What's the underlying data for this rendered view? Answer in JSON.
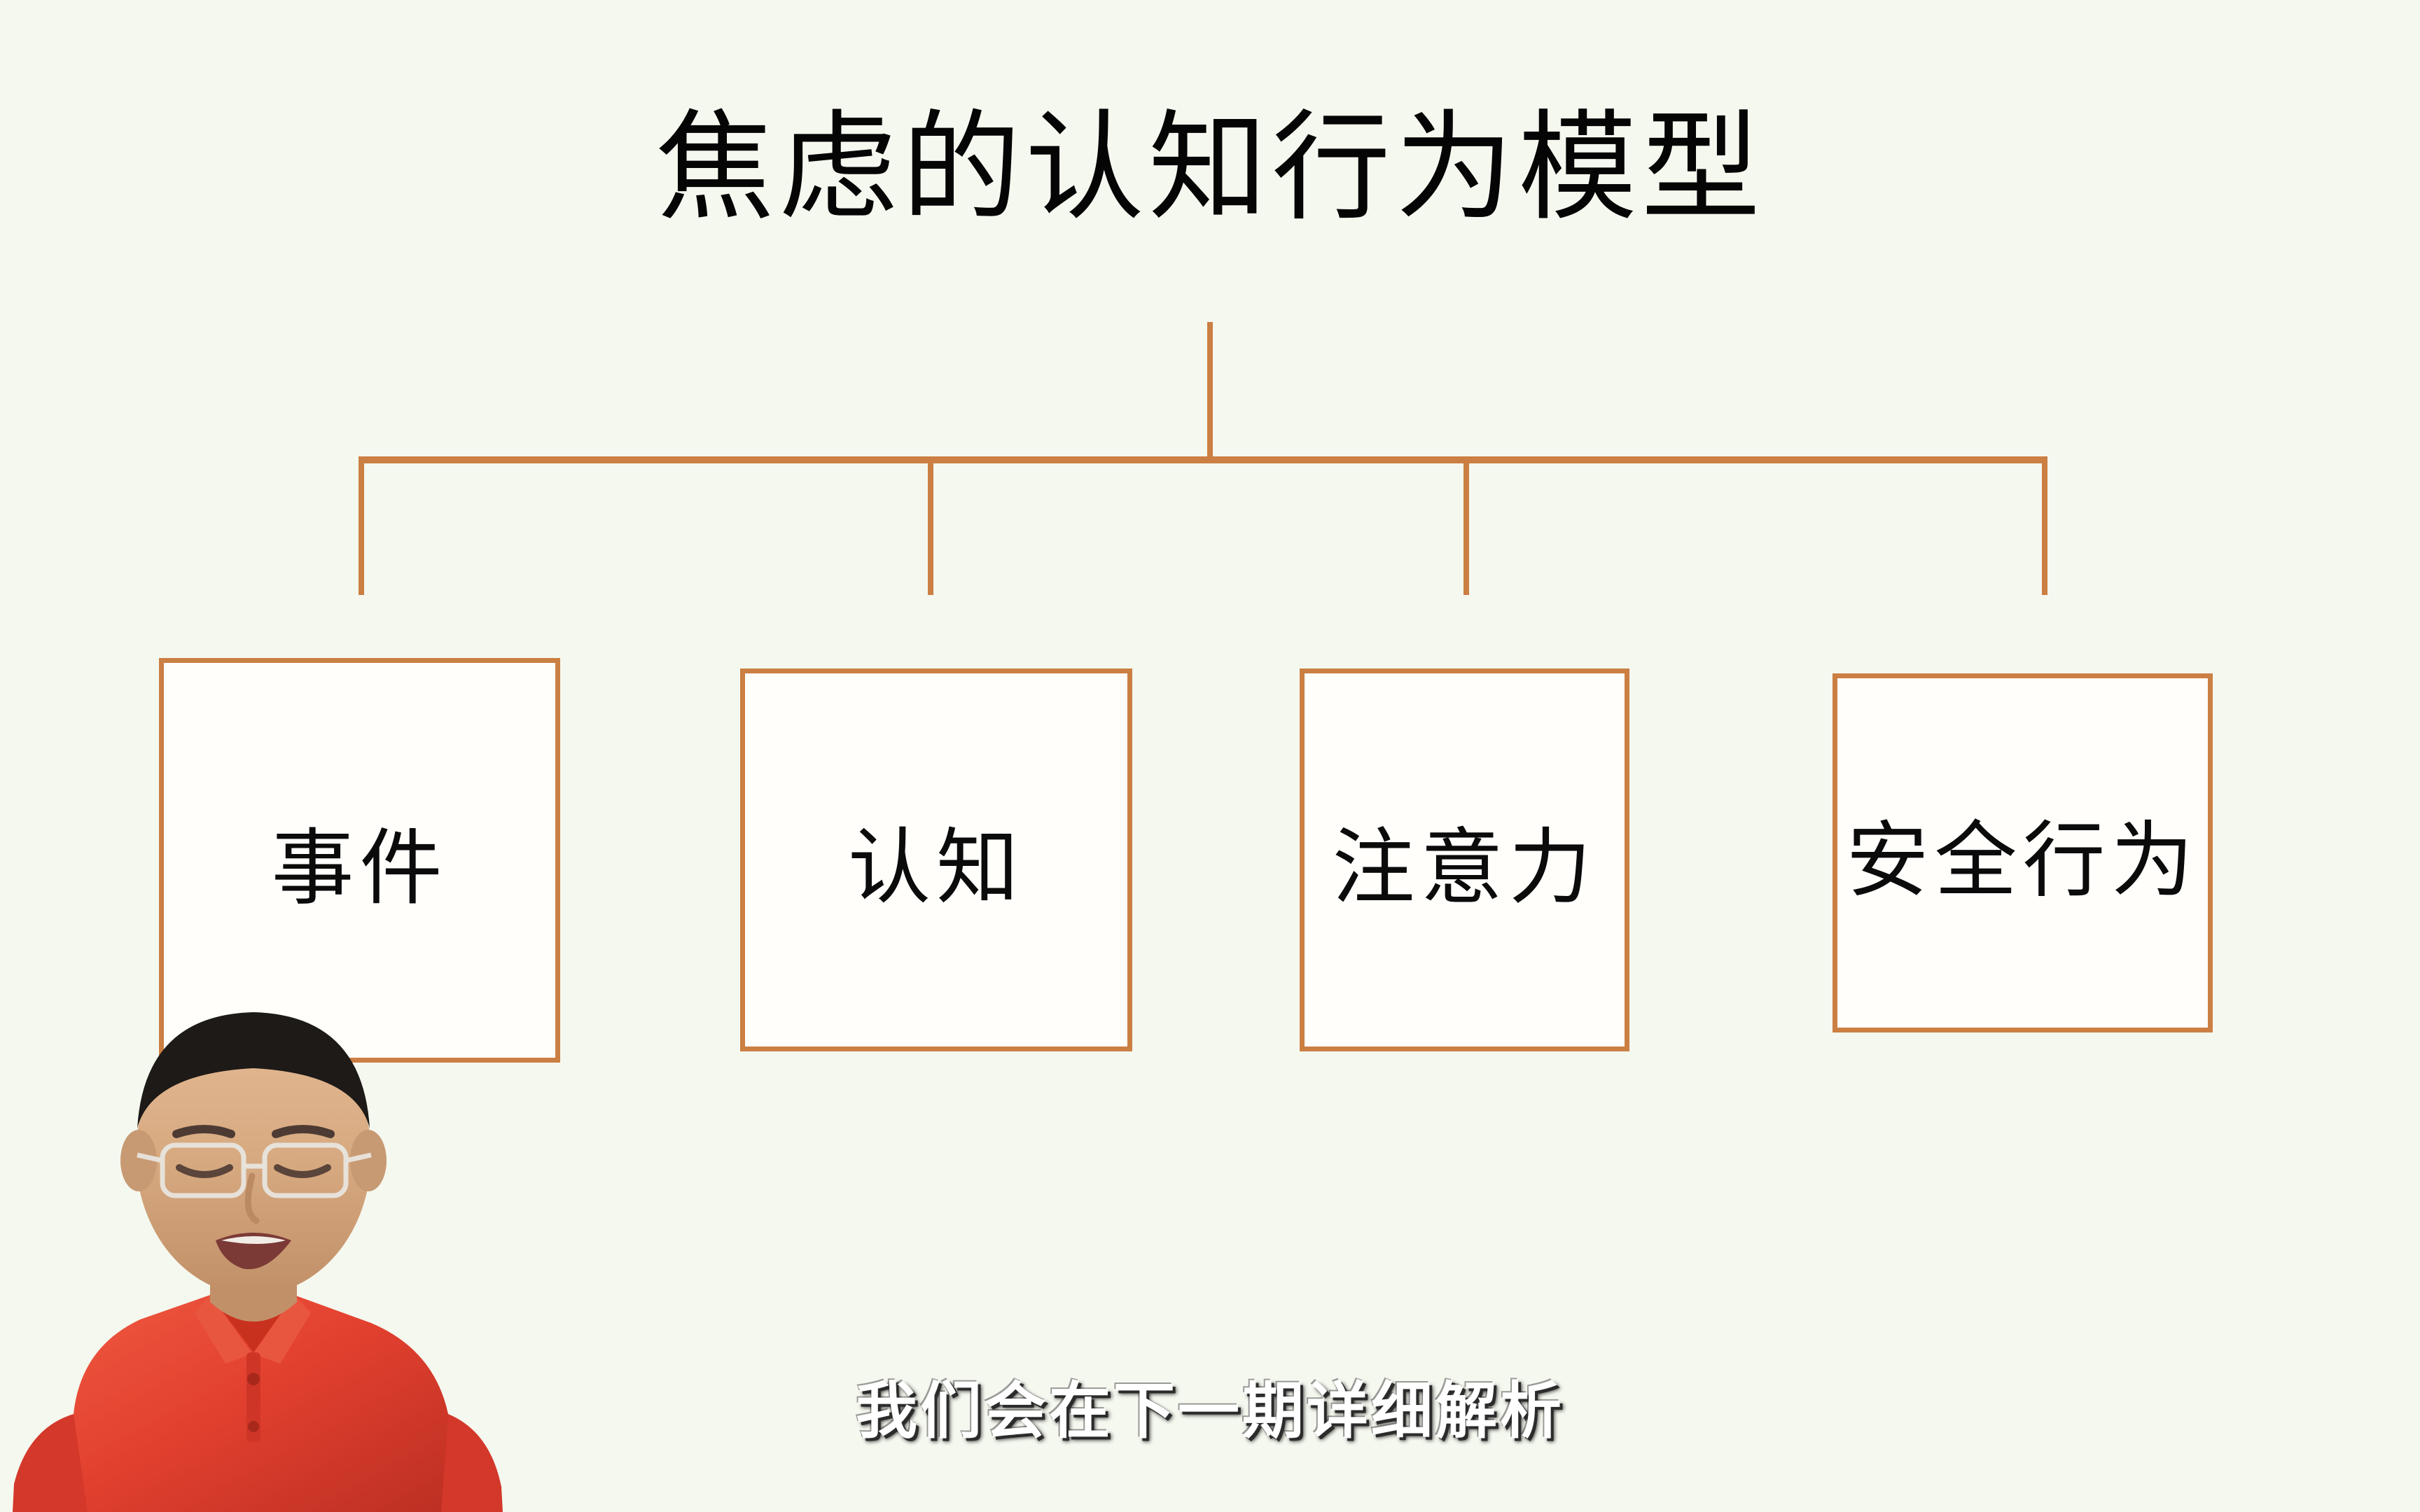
{
  "slide": {
    "background_color": "#f5f8ef",
    "accent_color": "#cb7f43",
    "node_fill_color": "#fffefb",
    "text_color": "#0b0b0b",
    "subtitle_color": "#ffffff"
  },
  "title": "焦虑的认知行为模型",
  "diagram": {
    "root_label": "焦虑的认知行为模型",
    "nodes": [
      {
        "label": "事件"
      },
      {
        "label": "认知"
      },
      {
        "label": "注意力"
      },
      {
        "label": "安全行为"
      }
    ]
  },
  "subtitle": "我们会在下一期详细解析",
  "presenter": {
    "shirt_color": "#e2402f",
    "skin_color": "#d8a981",
    "hair_color": "#1d1a18"
  }
}
